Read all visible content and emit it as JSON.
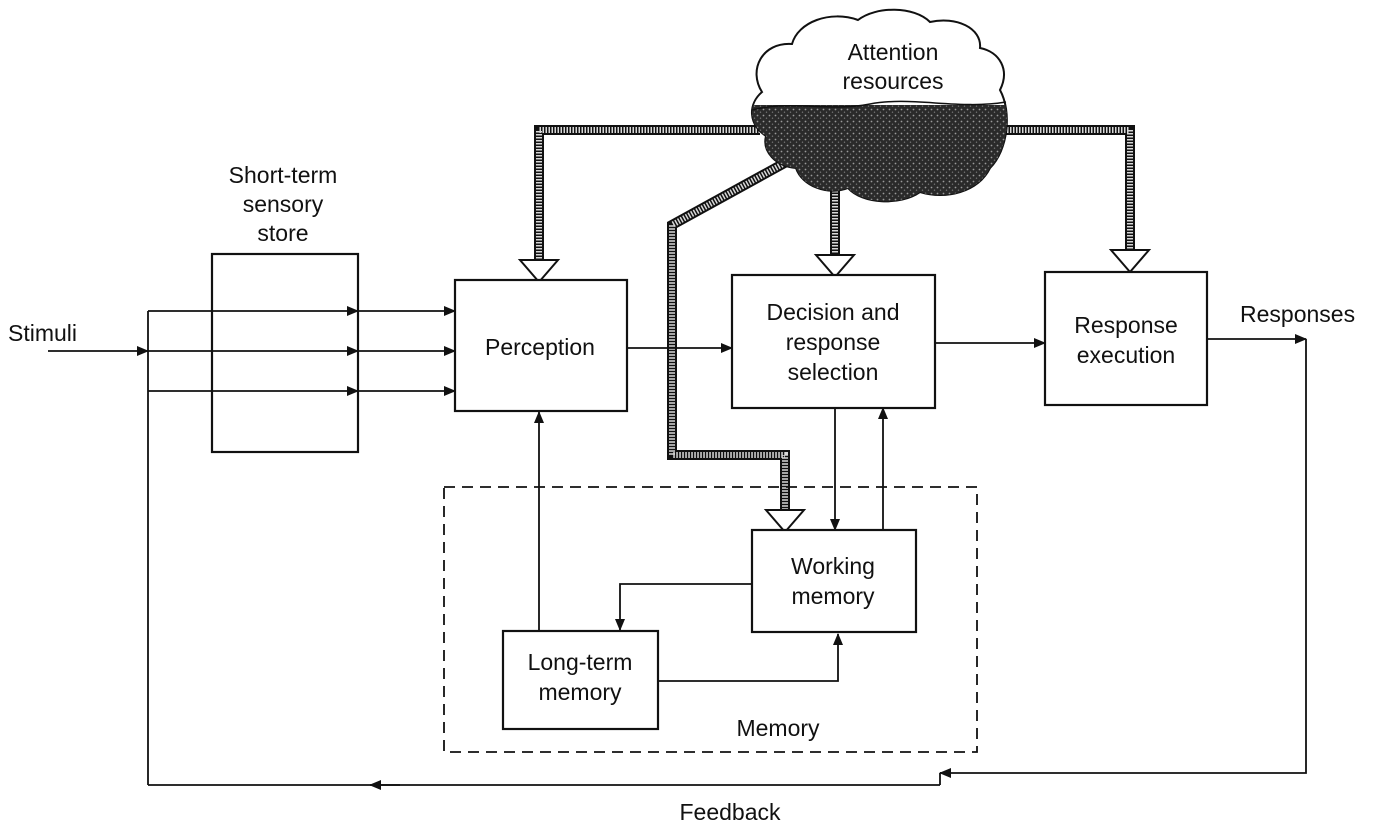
{
  "labels": {
    "stimuli": "Stimuli",
    "sensory_store": [
      "Short-term",
      "sensory",
      "store"
    ],
    "perception": "Perception",
    "decision": [
      "Decision and",
      "response",
      "selection"
    ],
    "response_execution": [
      "Response",
      "execution"
    ],
    "responses": "Responses",
    "attention": [
      "Attention",
      "resources"
    ],
    "working_memory": [
      "Working",
      "memory"
    ],
    "long_term_memory": [
      "Long-term",
      "memory"
    ],
    "memory": "Memory",
    "feedback": "Feedback"
  },
  "colors": {
    "ink": "#111111",
    "background": "#ffffff",
    "attention_fill": "#2a2a2a"
  }
}
